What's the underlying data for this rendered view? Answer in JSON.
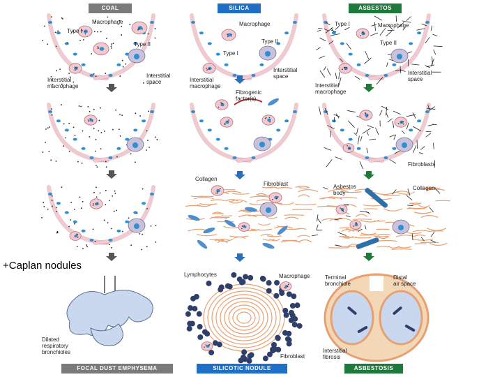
{
  "headers": {
    "coal": "COAL",
    "silica": "SILICA",
    "asbestos": "ASBESTOS"
  },
  "footers": {
    "coal": "FOCAL DUST EMPHYSEMA",
    "silica": "SILICOTIC NODULE",
    "asbestos": "ASBESTOSIS"
  },
  "side_note": "+Caplan nodules",
  "labels": {
    "coal": {
      "macrophage": "Macrophage",
      "type1": "Type I",
      "type2": "Type II",
      "interstitial_macrophage": "Interstitial\nmacrophage",
      "interstitial_space": "Interstitial\nspace",
      "dilated": "Dilated\nrespiratory\nbronchioles"
    },
    "silica": {
      "macrophage": "Macrophage",
      "type1": "Type I",
      "type2": "Type II",
      "interstitial_macrophage": "Interstitial\nmacrophage",
      "interstitial_space": "Interstitial\nspace",
      "fibrogenic": "Fibrogenic\nfactor(s)",
      "collagen": "Collagen",
      "fibroblast": "Fibroblast",
      "lymphocytes": "Lymphocytes",
      "macrophage2": "Macrophage",
      "fibroblast2": "Fibroblast"
    },
    "asbestos": {
      "type1": "Type I",
      "macrophage": "Macrophage",
      "type2": "Type II",
      "interstitial_macrophage": "Interstitial\nmacrophage",
      "interstitial_space": "Interstitial\nspace",
      "fibroblasts": "Fibroblasts",
      "asbestos_body": "Asbestos\nbody",
      "collagen": "Collagen",
      "terminal_bronchiole": "Terminal\nbronchiole",
      "distal_air_space": "Distal\nair space",
      "interstitial_fibrosis": "Interstitial\nfibrosis"
    }
  },
  "colors": {
    "coal_header": "#7a7a7a",
    "silica_header": "#1f6fc8",
    "asbestos_header": "#1e7a3c",
    "coal_arrow": "#555555",
    "silica_arrow": "#2a6fb8",
    "asbestos_arrow": "#1f7a3a",
    "cell_pink": "#f3c9cf",
    "cell_outline": "#b07080",
    "nucleus_blue": "#2f8fd0",
    "type2_cell": "#c9c2dc",
    "collagen": "#e8a072",
    "fibroblast_blue": "#4f8fd0",
    "bronchiole_blue": "#c9d8ee"
  }
}
